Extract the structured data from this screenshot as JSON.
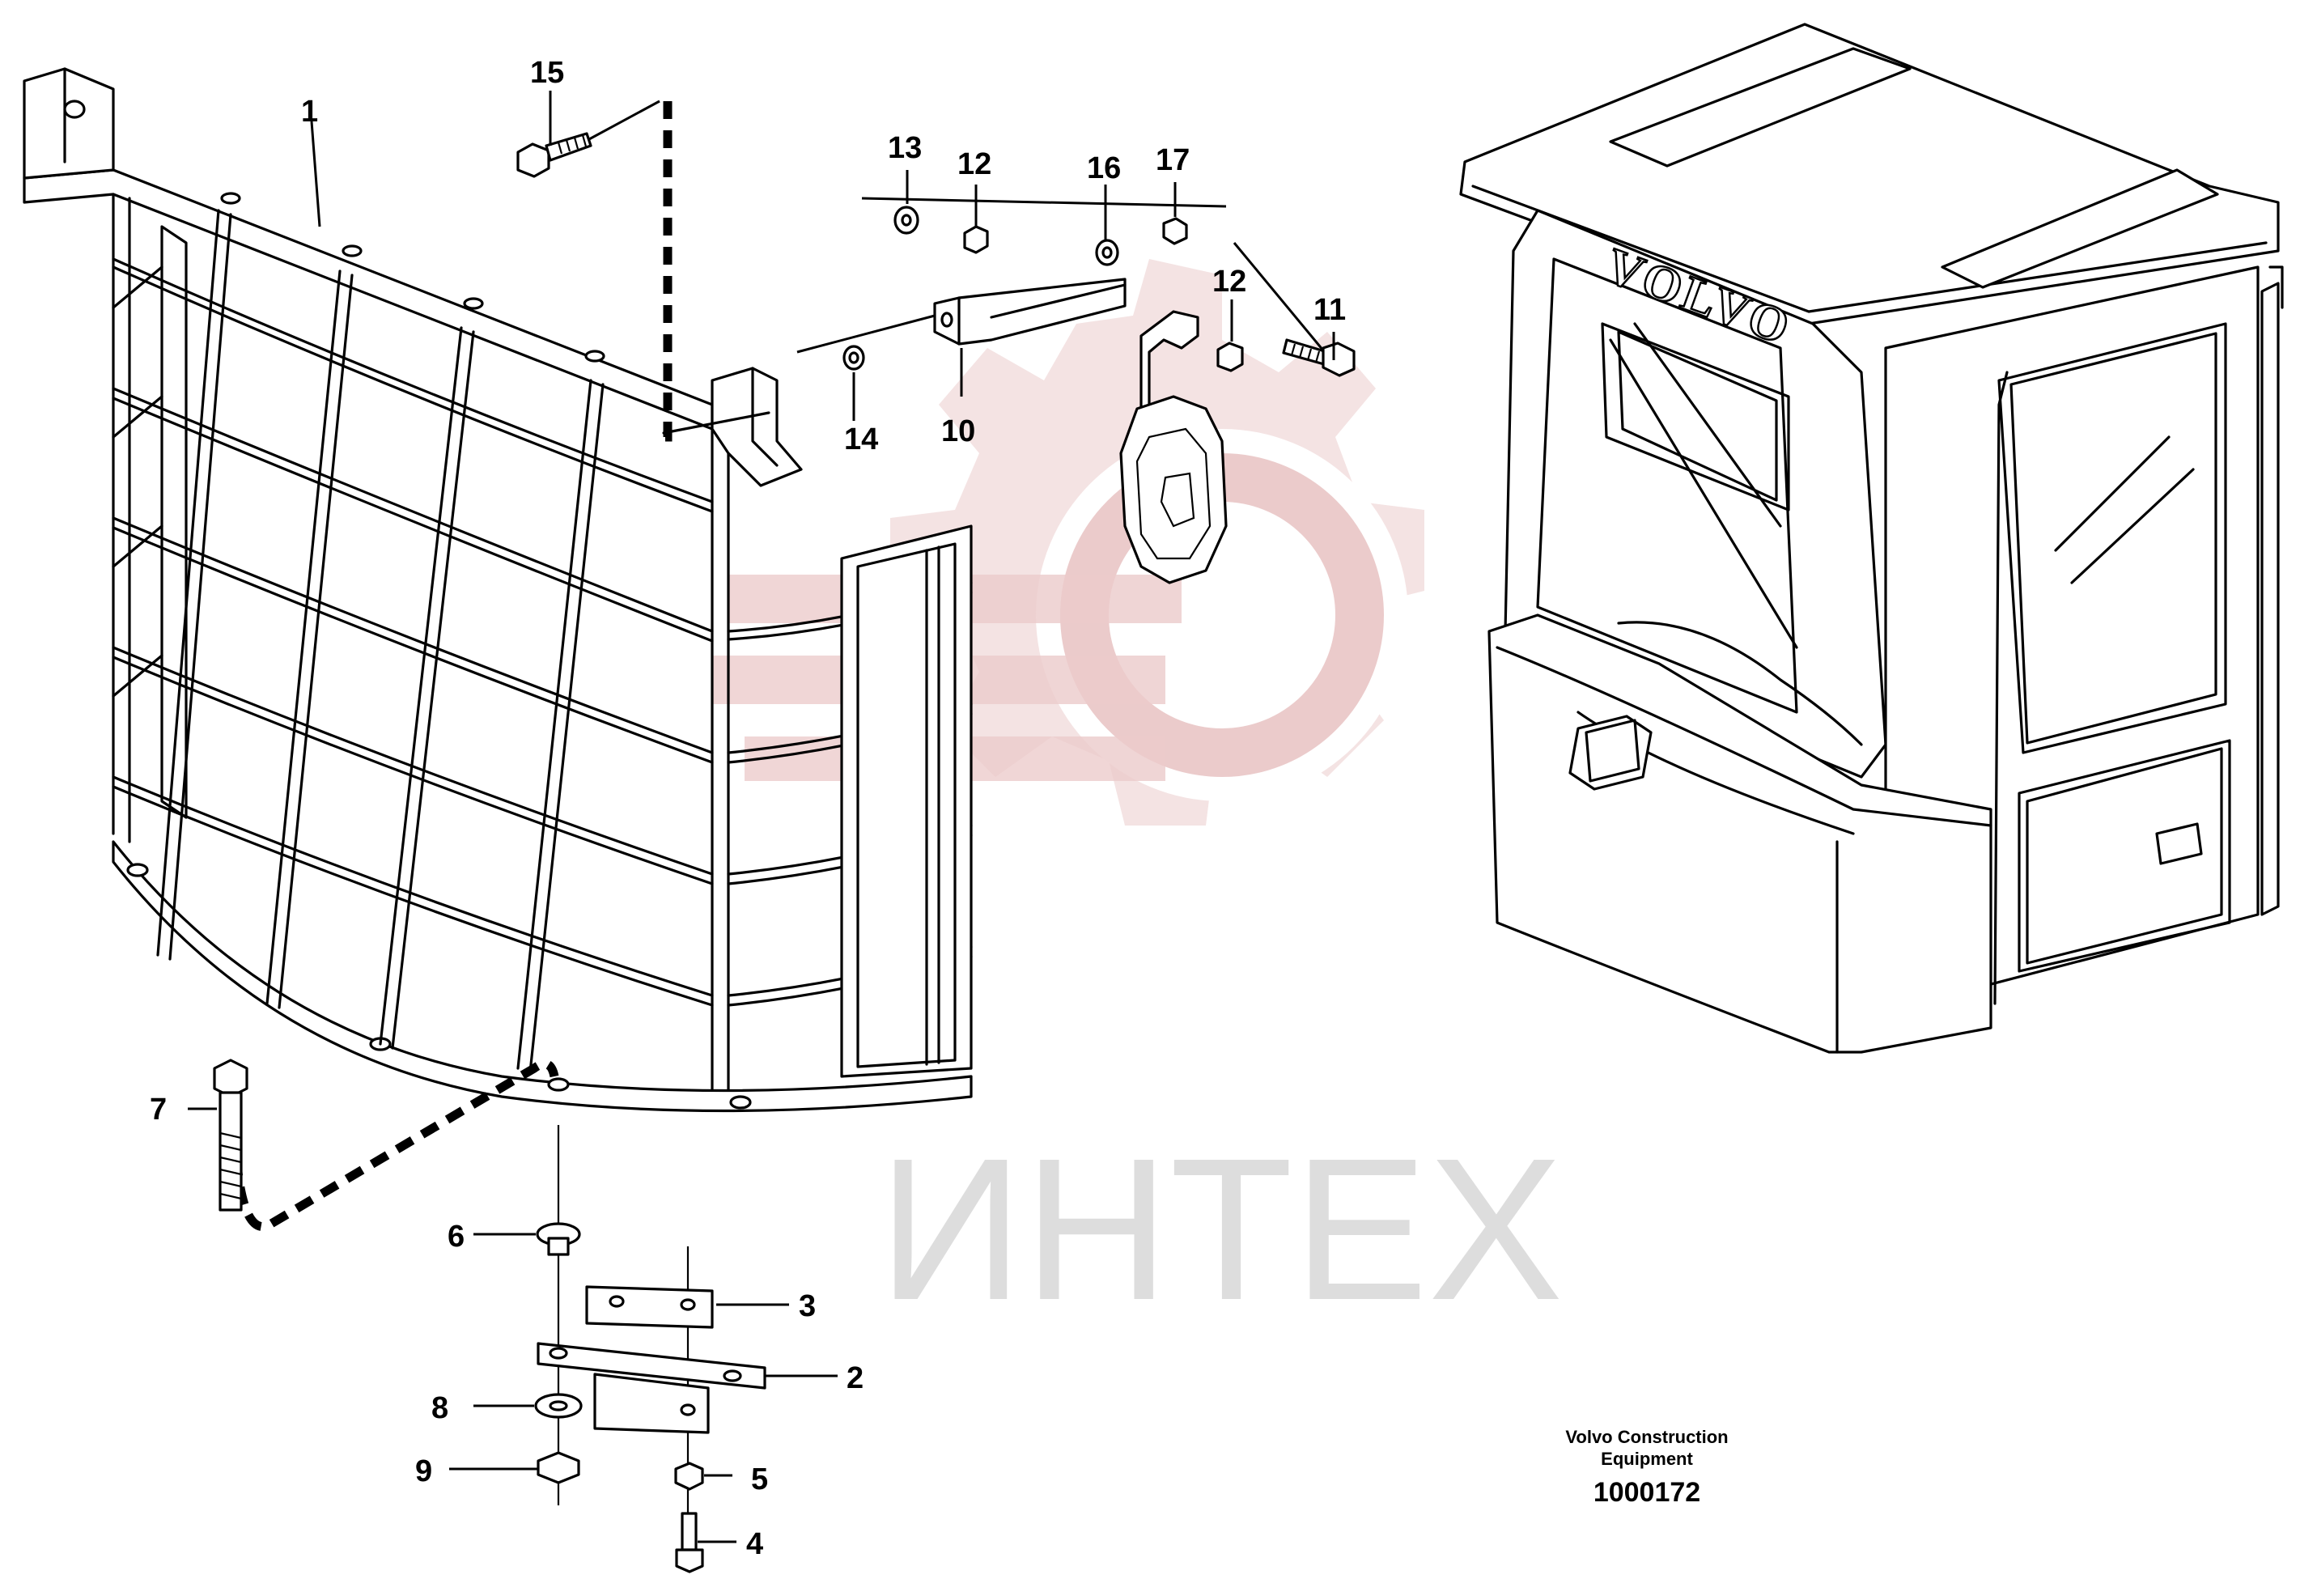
{
  "watermark": {
    "text": "ИНТЕХ",
    "color": "#e8c2c2"
  },
  "cab_brand": "VOLVO",
  "callouts": [
    {
      "id": "1",
      "label": "1"
    },
    {
      "id": "2",
      "label": "2"
    },
    {
      "id": "3",
      "label": "3"
    },
    {
      "id": "4",
      "label": "4"
    },
    {
      "id": "5",
      "label": "5"
    },
    {
      "id": "6",
      "label": "6"
    },
    {
      "id": "7",
      "label": "7"
    },
    {
      "id": "8",
      "label": "8"
    },
    {
      "id": "9",
      "label": "9"
    },
    {
      "id": "10",
      "label": "10"
    },
    {
      "id": "11",
      "label": "11"
    },
    {
      "id": "12a",
      "label": "12"
    },
    {
      "id": "12b",
      "label": "12"
    },
    {
      "id": "13",
      "label": "13"
    },
    {
      "id": "14",
      "label": "14"
    },
    {
      "id": "15",
      "label": "15"
    },
    {
      "id": "16",
      "label": "16"
    },
    {
      "id": "17",
      "label": "17"
    }
  ],
  "footer": {
    "company_line1": "Volvo Construction",
    "company_line2": "Equipment",
    "drawing_number": "1000172"
  }
}
